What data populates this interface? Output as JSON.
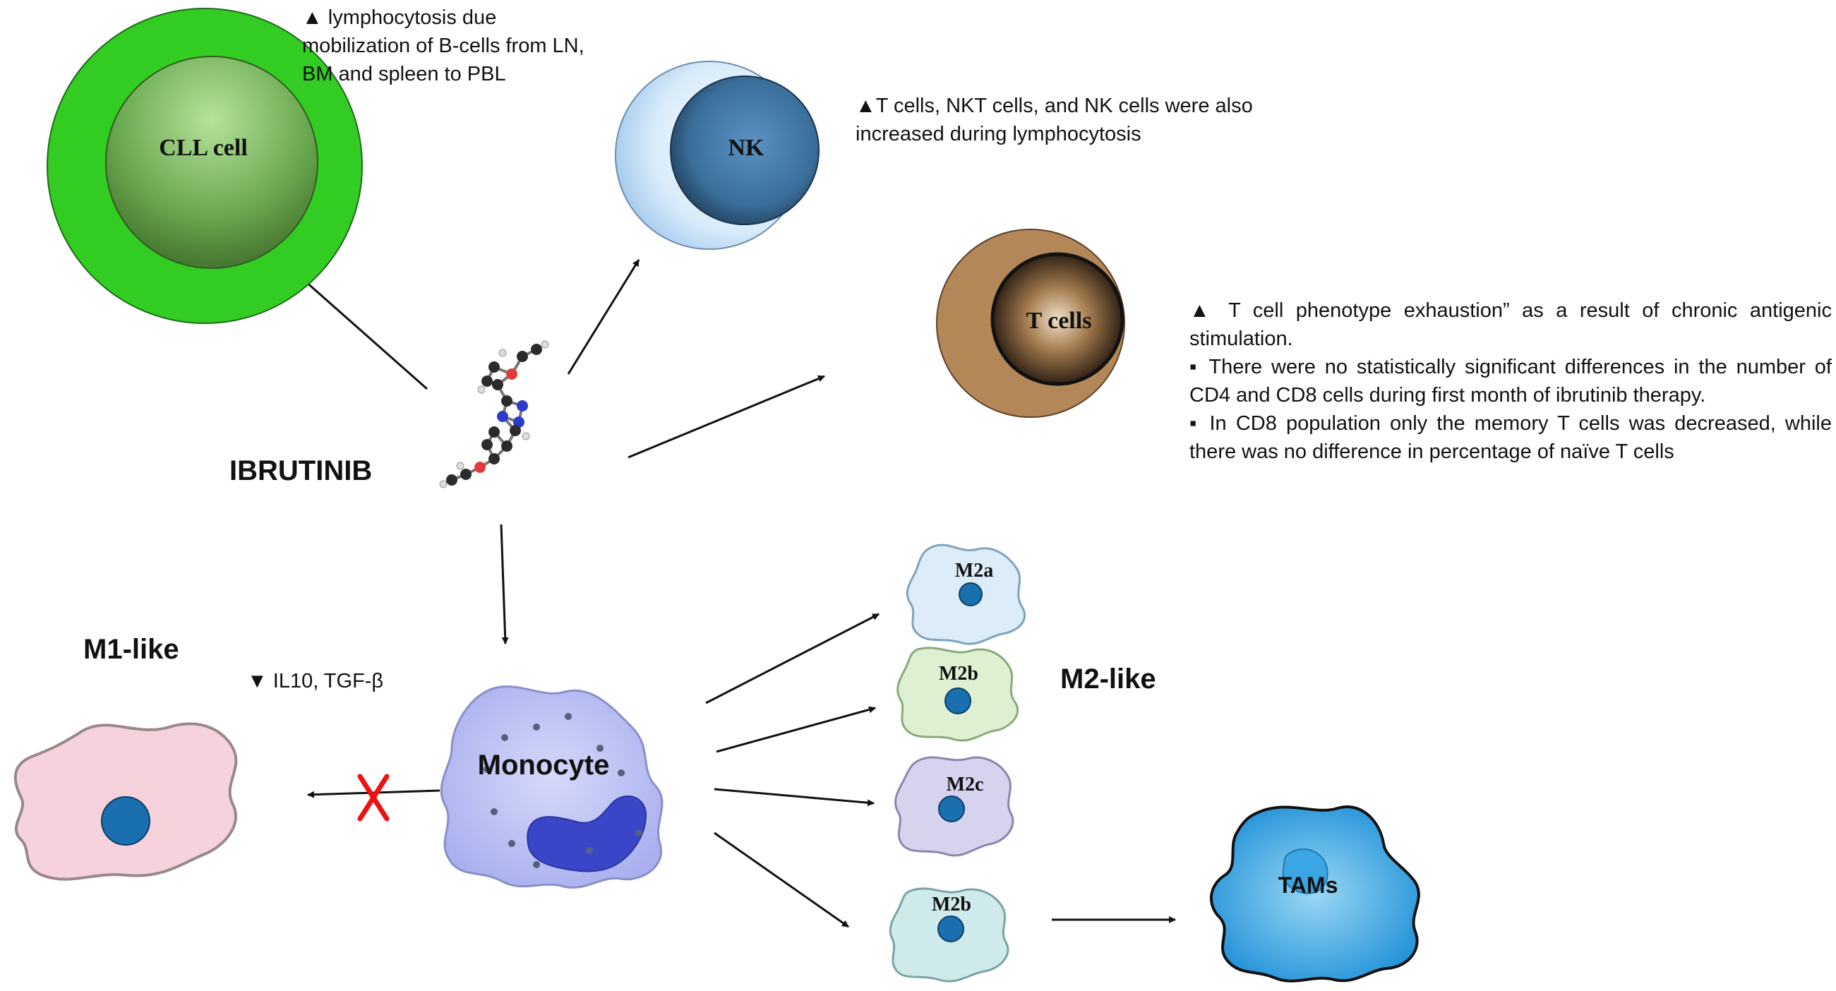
{
  "cells": {
    "cll": "CLL cell",
    "nk": "NK",
    "tcells": "T cells",
    "monocyte": "Monocyte",
    "m2a": "M2a",
    "m2b_top": "M2b",
    "m2c": "M2c",
    "m2b_bottom": "M2b",
    "tams": "TAMs"
  },
  "labels": {
    "drug": "IBRUTINIB",
    "m1": "M1-like",
    "m2": "M2-like"
  },
  "notes": {
    "cll": "▲ lymphocytosis due mobilization of B-cells from LN, BM and spleen to PBL",
    "nk": "▲T cells, NKT cells, and NK cells were also increased during lymphocytosis",
    "tcell_1": "▲ T cell phenotype exhaustion” as a result of chronic antigenic stimulation.",
    "tcell_2": "▪ There were no statistically significant differences in the number of CD4 and CD8 cells during first month of ibrutinib therapy.",
    "tcell_3": "▪ In CD8 population only the memory T cells was decreased, while there was no difference in percentage of naïve T cells",
    "m1": "▼ IL10, TGF-β"
  },
  "colors": {
    "cll_outer": "#33cc22",
    "cll_inner": "#6aa84f",
    "nk_outer": "#bcd9f2",
    "nk_inner": "#3a6f9a",
    "tcell_outer": "#b38758",
    "tcell_inner": "#6b4a2e",
    "monocyte": "#b9bff2",
    "nucleus": "#3a46c8",
    "m1": "#f6d3dc",
    "m2a": "#dcecf8",
    "m2b": "#dff0d2",
    "m2c": "#d6d3ee",
    "m2b2": "#cfeaea",
    "tams": "#44b4ec",
    "block_x": "#ee1111",
    "small_nucleus": "#1a6fae"
  }
}
